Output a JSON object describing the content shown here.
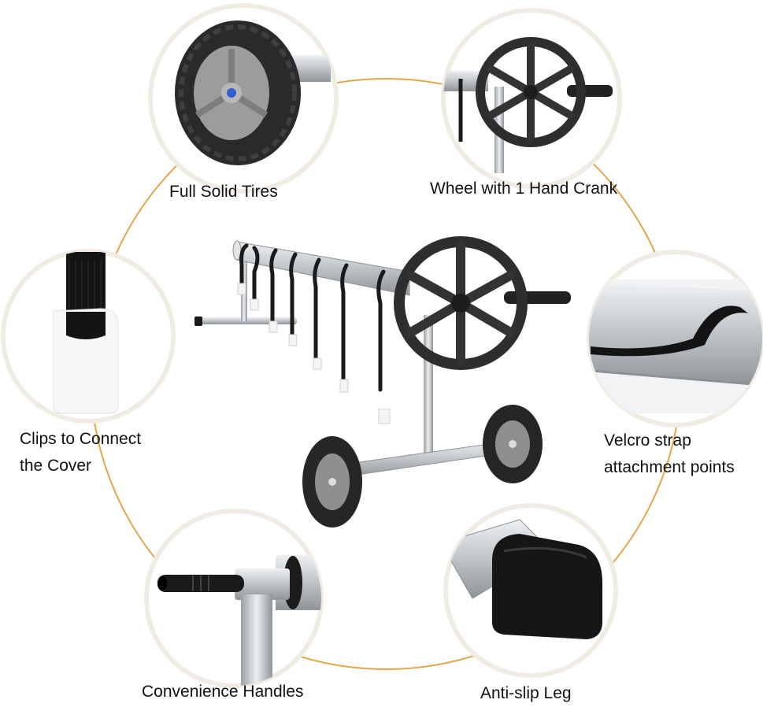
{
  "colors": {
    "ring": "#e5a54a",
    "frame": "#f0ece4",
    "steel": "#c9ccd0",
    "rubber": "#2b2b2b",
    "hub": "#9a9a9a"
  },
  "features": [
    {
      "key": "tires",
      "label_lines": [
        "Full Solid Tires"
      ],
      "icon": "solid-tire-icon"
    },
    {
      "key": "crank",
      "label_lines": [
        "Wheel with 1 Hand Crank"
      ],
      "icon": "hand-crank-wheel-icon"
    },
    {
      "key": "clips",
      "label_lines": [
        "Clips to Connect",
        "the Cover"
      ],
      "icon": "cover-clip-icon"
    },
    {
      "key": "velcro",
      "label_lines": [
        "Velcro strap",
        "attachment points"
      ],
      "icon": "velcro-strap-icon"
    },
    {
      "key": "handles",
      "label_lines": [
        "Convenience Handles"
      ],
      "icon": "handle-icon"
    },
    {
      "key": "leg",
      "label_lines": [
        "Anti-slip Leg"
      ],
      "icon": "anti-slip-leg-icon"
    }
  ]
}
